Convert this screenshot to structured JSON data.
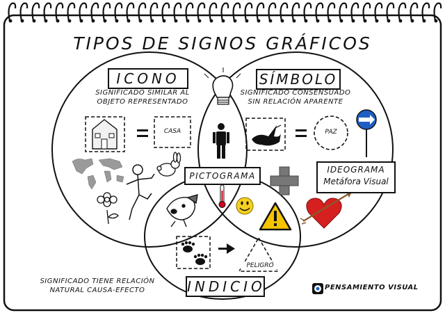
{
  "title": "TIPOS DE SIGNOS GRÁFICOS",
  "labels": {
    "icono": "ICONO",
    "simbolo": "SÍMBOLO",
    "pictograma": "PICTOGRAMA",
    "ideograma_line1": "IDEOGRAMA",
    "ideograma_line2": "Metáfora Visual",
    "indicio": "INDICIO"
  },
  "descriptions": {
    "icono": [
      "SIGNIFICADO SIMILAR AL",
      "OBJETO REPRESENTADO"
    ],
    "simbolo": [
      "SIGNIFICADO CONSENSUADO",
      "SIN RELACIÓN APARENTE"
    ],
    "indicio": [
      "SIGNIFICADO TIENE RELACIÓN",
      "NATURAL CAUSA-EFECTO"
    ]
  },
  "examples": {
    "casa": "CASA",
    "paz": "PAZ",
    "peligro": "PELIGRO",
    "equals": "="
  },
  "brand": "PENSAMIENTO VISUAL",
  "icons": [
    "lightbulb-icon",
    "house-icon",
    "dove-icon",
    "one-way-sign-icon",
    "person-icon",
    "world-map-icon",
    "stick-figure-icon",
    "rabbit-icon",
    "flower-icon",
    "dog-icon",
    "thermometer-icon",
    "smiley-icon",
    "warning-icon",
    "plus-icon",
    "heart-arrow-icon",
    "paw-prints-icon",
    "arrow-icon"
  ],
  "colors": {
    "ink": "#111111",
    "heart": "#d61f1f",
    "sign_blue": "#1f5fc4",
    "thermo_red": "#d0021b",
    "smiley": "#f5d020",
    "warning": "#f5c400"
  }
}
